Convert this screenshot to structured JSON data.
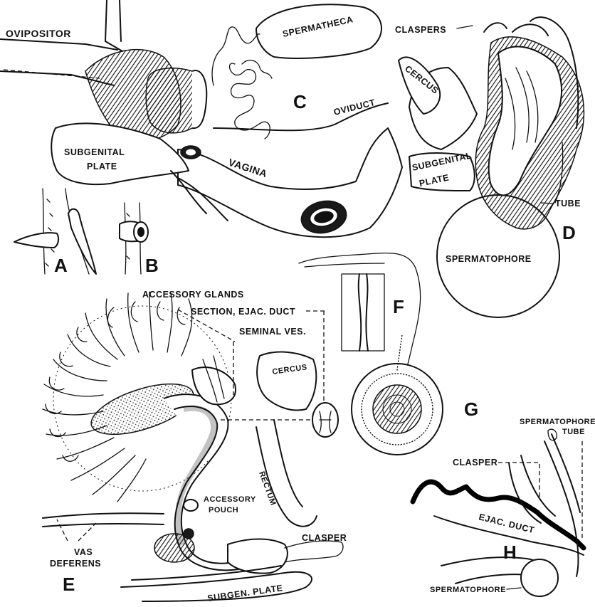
{
  "panels": {
    "A": "A",
    "B": "B",
    "C": "C",
    "D": "D",
    "E": "E",
    "F": "F",
    "G": "G",
    "H": "H"
  },
  "labels": {
    "ovipositor": "OVIPOSITOR",
    "spermatheca": "SPERMATHECA",
    "oviduct": "OVIDUCT",
    "subgenital_plate_1": "SUBGENITAL",
    "subgenital_plate_2": "PLATE",
    "vagina": "VAGINA",
    "claspers": "CLASPERS",
    "cercus_d": "CERCUS",
    "subgenital_plate_d1": "SUBGENITAL",
    "subgenital_plate_d2": "PLATE",
    "tube": "TUBE",
    "spermatophore_d": "SPERMATOPHORE",
    "accessory_glands": "ACCESSORY GLANDS",
    "section_ejac_duct": "SECTION, EJAC. DUCT",
    "seminal_ves": "SEMINAL VES.",
    "cercus_e": "CERCUS",
    "rectum": "RECTUM",
    "accessory_pouch_1": "ACCESSORY",
    "accessory_pouch_2": "POUCH",
    "clasper_e": "CLASPER",
    "vas_deferens_1": "VAS",
    "vas_deferens_2": "DEFERENS",
    "subgen_plate": "SUBGEN. PLATE",
    "spermatophore_tube_1": "SPERMATOPHORE",
    "spermatophore_tube_2": "TUBE",
    "clasper_h": "CLASPER",
    "ejac_duct": "EJAC. DUCT",
    "spermatophore_h": "SPERMATOPHORE"
  }
}
